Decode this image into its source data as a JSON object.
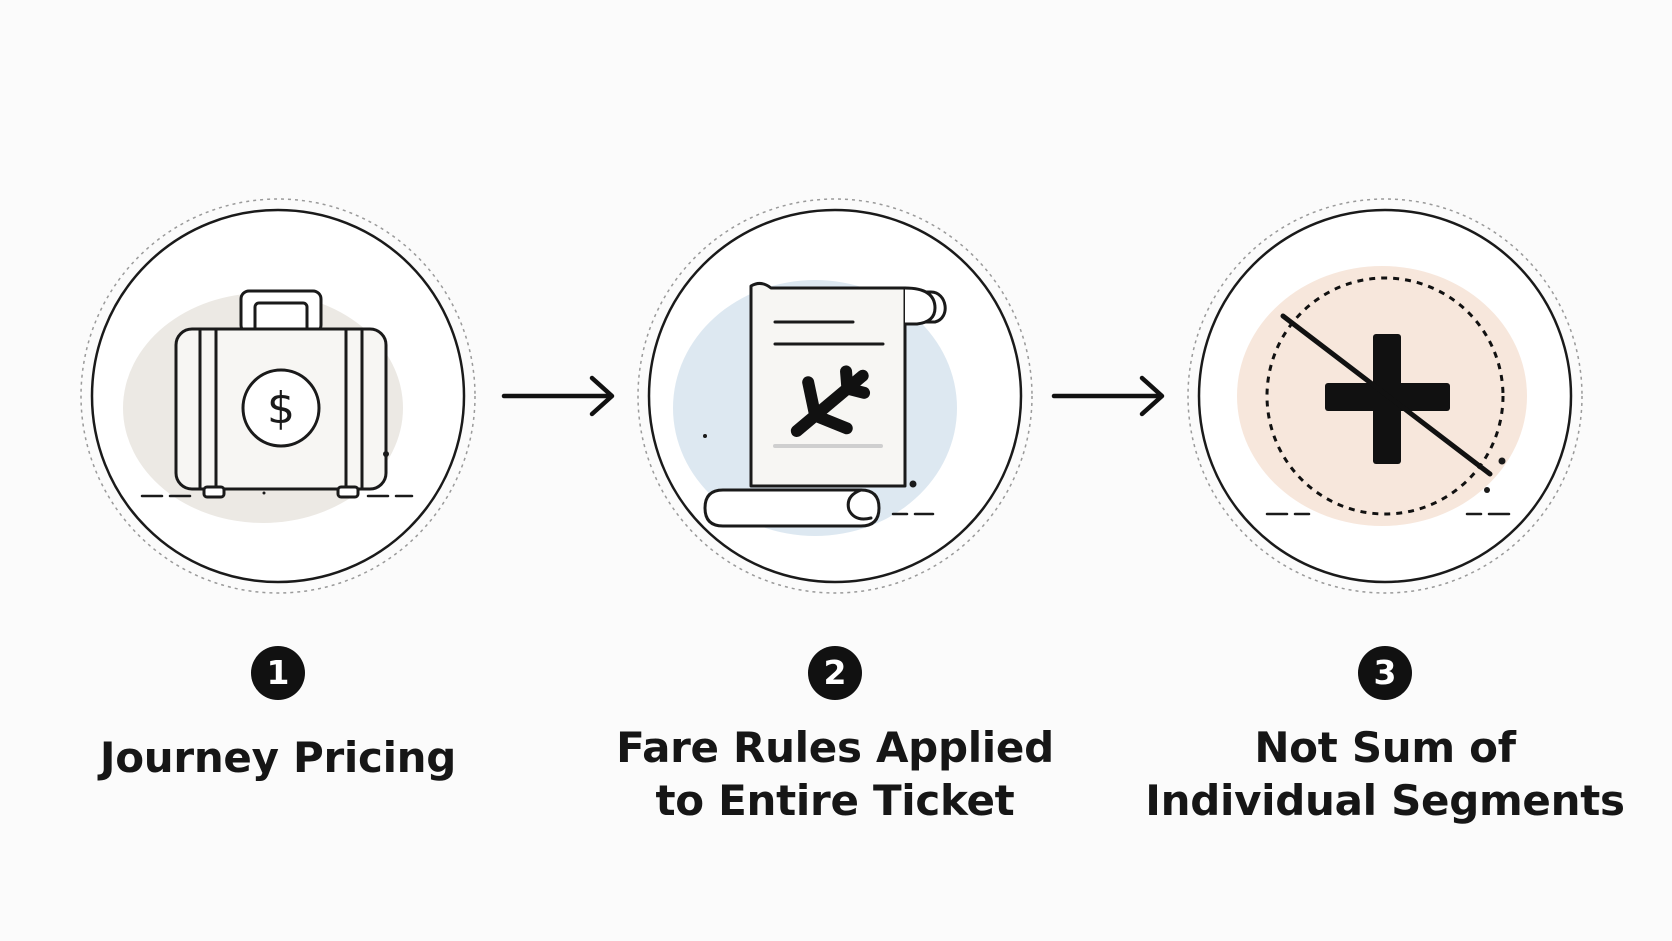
{
  "steps": [
    {
      "number": "1",
      "icon": "briefcase-dollar-icon",
      "label_lines": [
        "Journey Pricing"
      ],
      "tint": "#ece9e4"
    },
    {
      "number": "2",
      "icon": "ticket-scroll-plane-icon",
      "label_lines": [
        "Fare Rules Applied",
        "to Entire Ticket"
      ],
      "tint": "#dde8f1"
    },
    {
      "number": "3",
      "icon": "crossed-plus-icon",
      "label_lines": [
        "Not Sum of",
        "Individual Segments"
      ],
      "tint": "#f7e7dc"
    }
  ],
  "colors": {
    "background": "#fbfbfb",
    "ink": "#111111",
    "badge": "#111111"
  }
}
